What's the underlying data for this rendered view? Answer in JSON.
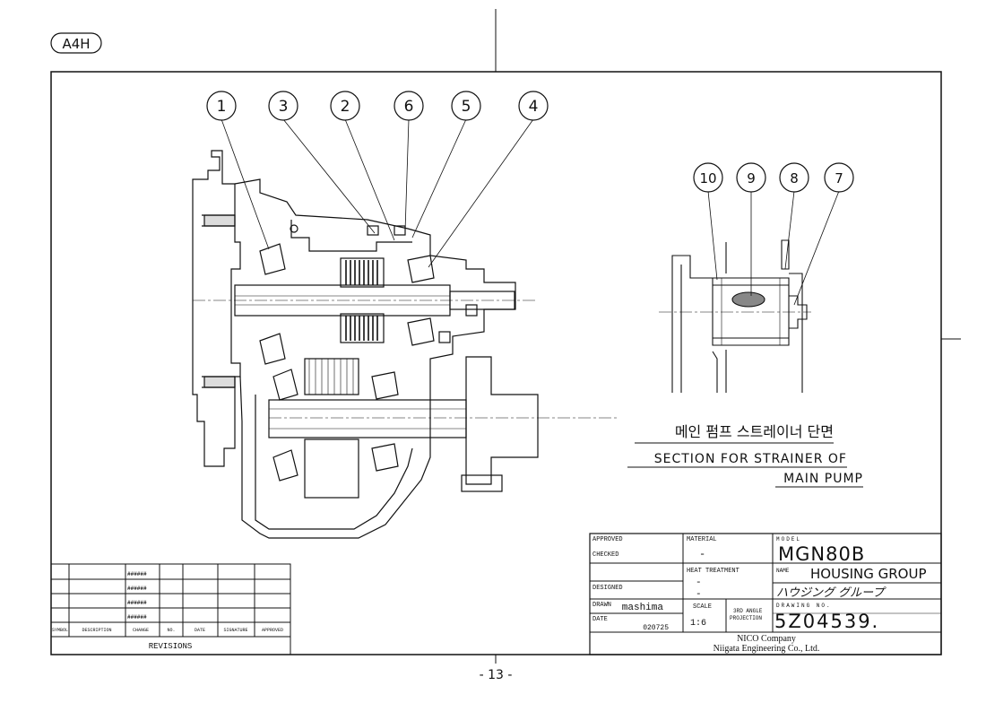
{
  "sheet": {
    "size_tag": "A4H",
    "page_number": "- 13 -"
  },
  "callouts_main": [
    "1",
    "3",
    "2",
    "6",
    "5",
    "4"
  ],
  "callouts_detail": [
    "10",
    "9",
    "8",
    "7"
  ],
  "section": {
    "korean": "메인 펌프 스트레이너 단면",
    "english_line1": "SECTION FOR STRAINER OF",
    "english_line2": "MAIN PUMP"
  },
  "title_block": {
    "approved_label": "APPROVED",
    "checked_label": "CHECKED",
    "designed_label": "DESIGNED",
    "drawn_label": "DRAWN",
    "drawn_value": "mashima",
    "date_label": "DATE",
    "date_value": "020725",
    "material_label": "MATERIAL",
    "material_value": "-",
    "heat_label": "HEAT TREATMENT",
    "heat_value1": "-",
    "heat_value2": "-",
    "scale_label": "SCALE",
    "scale_value": "1:6",
    "projection_line1": "3RD ANGLE",
    "projection_line2": "PROJECTION",
    "model_label": "MODEL",
    "model_value": "MGN80B",
    "name_label": "NAME",
    "name_value": "HOUSING GROUP",
    "name_jp": "ハウジング グループ",
    "drawing_no_label": "DRAWING NO.",
    "drawing_no_value": "5Z04539.",
    "company1": "NICO Company",
    "company2": "Niigata Engineering Co., Ltd."
  },
  "revisions": {
    "marks": [
      "######",
      "######",
      "######",
      "######"
    ],
    "headers": [
      "SYMBOL",
      "DESCRIPTION",
      "CHANGE",
      "NO.",
      "DATE",
      "SIGNATURE",
      "APPROVED"
    ],
    "title": "REVISIONS"
  }
}
